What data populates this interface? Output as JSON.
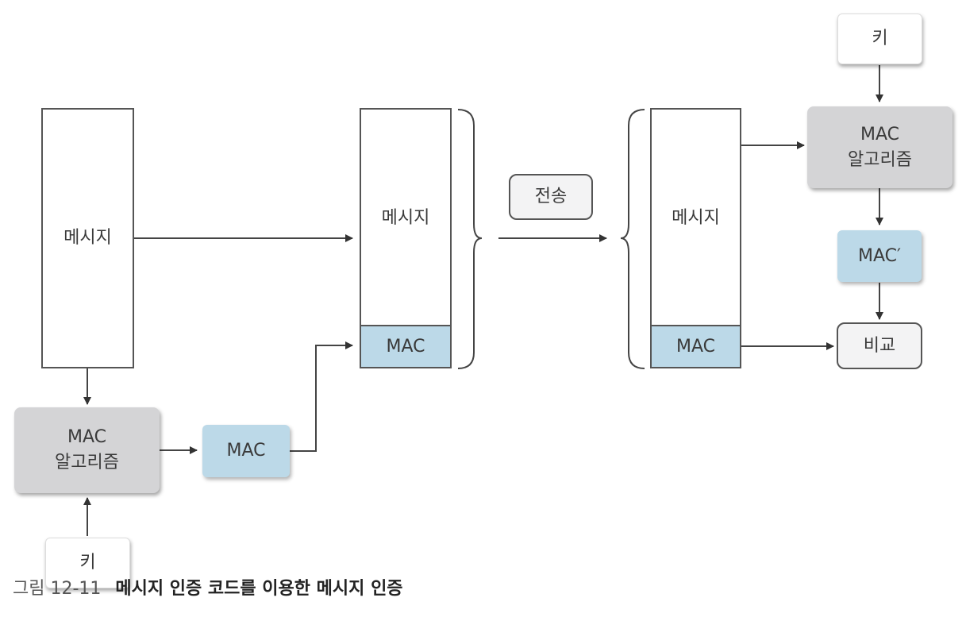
{
  "diagram": {
    "sender": {
      "message_label": "메시지",
      "algorithm_label_line1": "MAC",
      "algorithm_label_line2": "알고리즘",
      "mac_label": "MAC",
      "key_label": "키"
    },
    "packet_sent": {
      "message_label": "메시지",
      "mac_label": "MAC"
    },
    "transmit_label": "전송",
    "packet_received": {
      "message_label": "메시지",
      "mac_label": "MAC"
    },
    "receiver": {
      "key_label": "키",
      "algorithm_label_line1": "MAC",
      "algorithm_label_line2": "알고리즘",
      "mac_prime_label": "MAC′",
      "compare_label": "비교"
    },
    "colors": {
      "mac_fill": "#bcd9e8",
      "algorithm_fill": "#d4d4d6",
      "line": "#444444"
    }
  },
  "caption": {
    "figure_number": "그림 12-11",
    "title": "메시지 인증 코드를 이용한 메시지 인증"
  }
}
